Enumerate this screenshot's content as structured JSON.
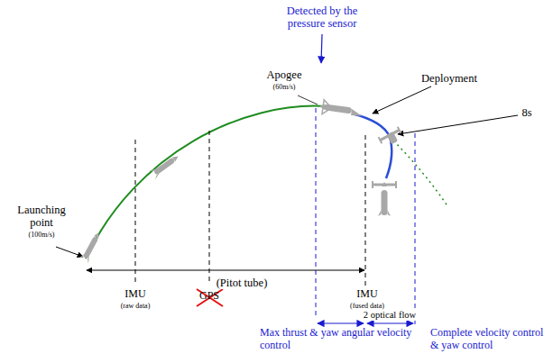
{
  "diagram": {
    "labels": [
      "Detected by the pressure sensor",
      "Apogee",
      "(60m/s)",
      "Deployment",
      "8s",
      "Launching point",
      "(100m/s)",
      "(Pitot tube)",
      "IMU",
      "(raw data)",
      "GPS",
      "IMU",
      "(fused data)",
      "2 optical flow",
      "Max thrust & yaw angular velocity control",
      "Complete velocity control & yaw control"
    ]
  }
}
